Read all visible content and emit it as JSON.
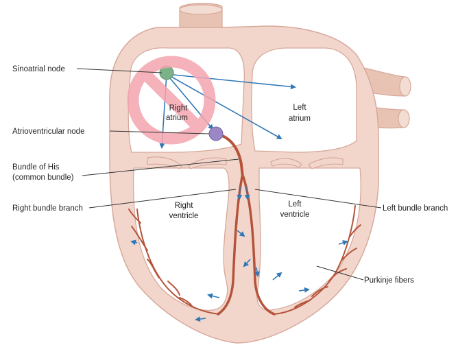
{
  "labels": {
    "sinoatrial_node": "Sinoatrial node",
    "atrioventricular_node": "Atrioventricular node",
    "bundle_of_his_line1": "Bundle of His",
    "bundle_of_his_line2": "(common bundle)",
    "right_bundle_branch": "Right bundle branch",
    "left_bundle_branch": "Left bundle branch",
    "purkinje_fibers": "Purkinje fibers"
  },
  "chambers": {
    "right_atrium_line1": "Right",
    "right_atrium_line2": "atrium",
    "left_atrium_line1": "Left",
    "left_atrium_line2": "atrium",
    "right_ventricle_line1": "Right",
    "right_ventricle_line2": "ventricle",
    "left_ventricle_line1": "Left",
    "left_ventricle_line2": "ventricle"
  },
  "colors": {
    "tissue": "#f2d6cc",
    "tissue_outline": "#d7a89a",
    "vessel": "#e8c3b3",
    "chamber_fill": "#ffffff",
    "conduction": "#b5533a",
    "arrow": "#2f78b7",
    "sa_node": "#7bb287",
    "av_node": "#9b86c6",
    "no_symbol": "#f4a5b0"
  },
  "overlay": {
    "icon": "prohibited-sign-icon"
  }
}
